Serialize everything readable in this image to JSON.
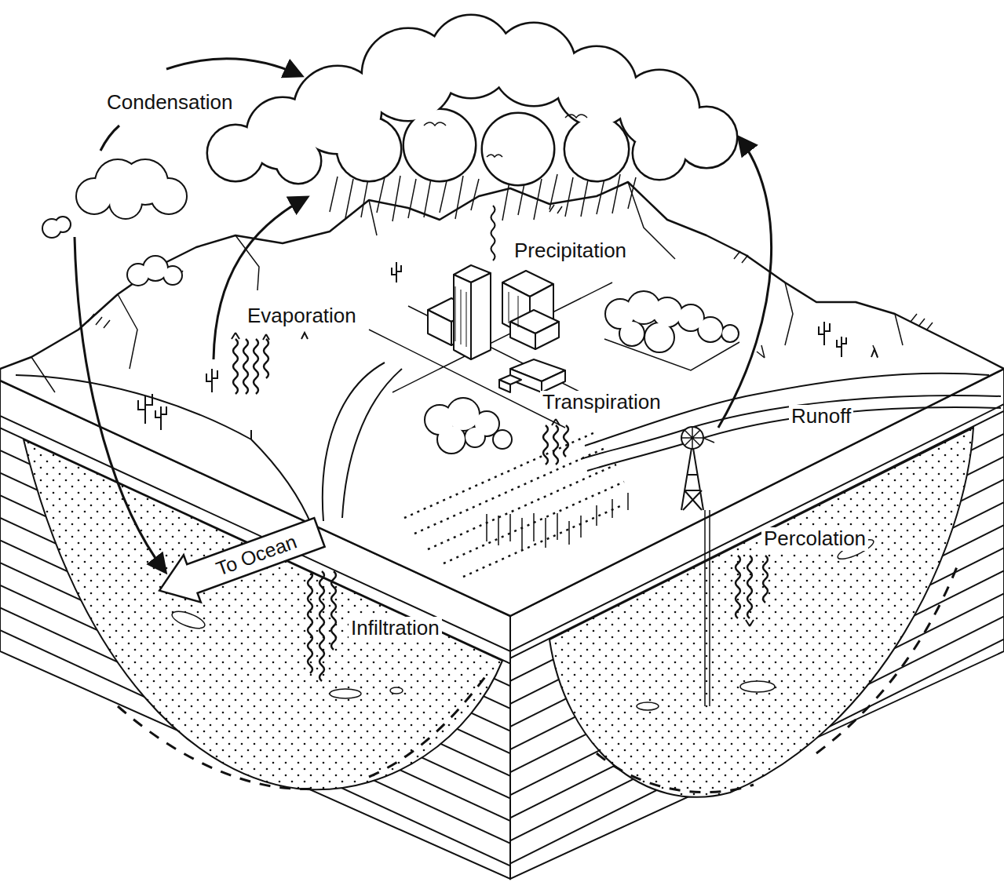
{
  "diagram": {
    "nodes": [
      {
        "text": [
          "To Ocean"
        ]
      }
    ],
    "labels": [
      "Condensation",
      "Evaporation",
      "Precipitation",
      "Transpiration",
      "Runoff",
      "Percolation",
      "Infiltration"
    ]
  }
}
